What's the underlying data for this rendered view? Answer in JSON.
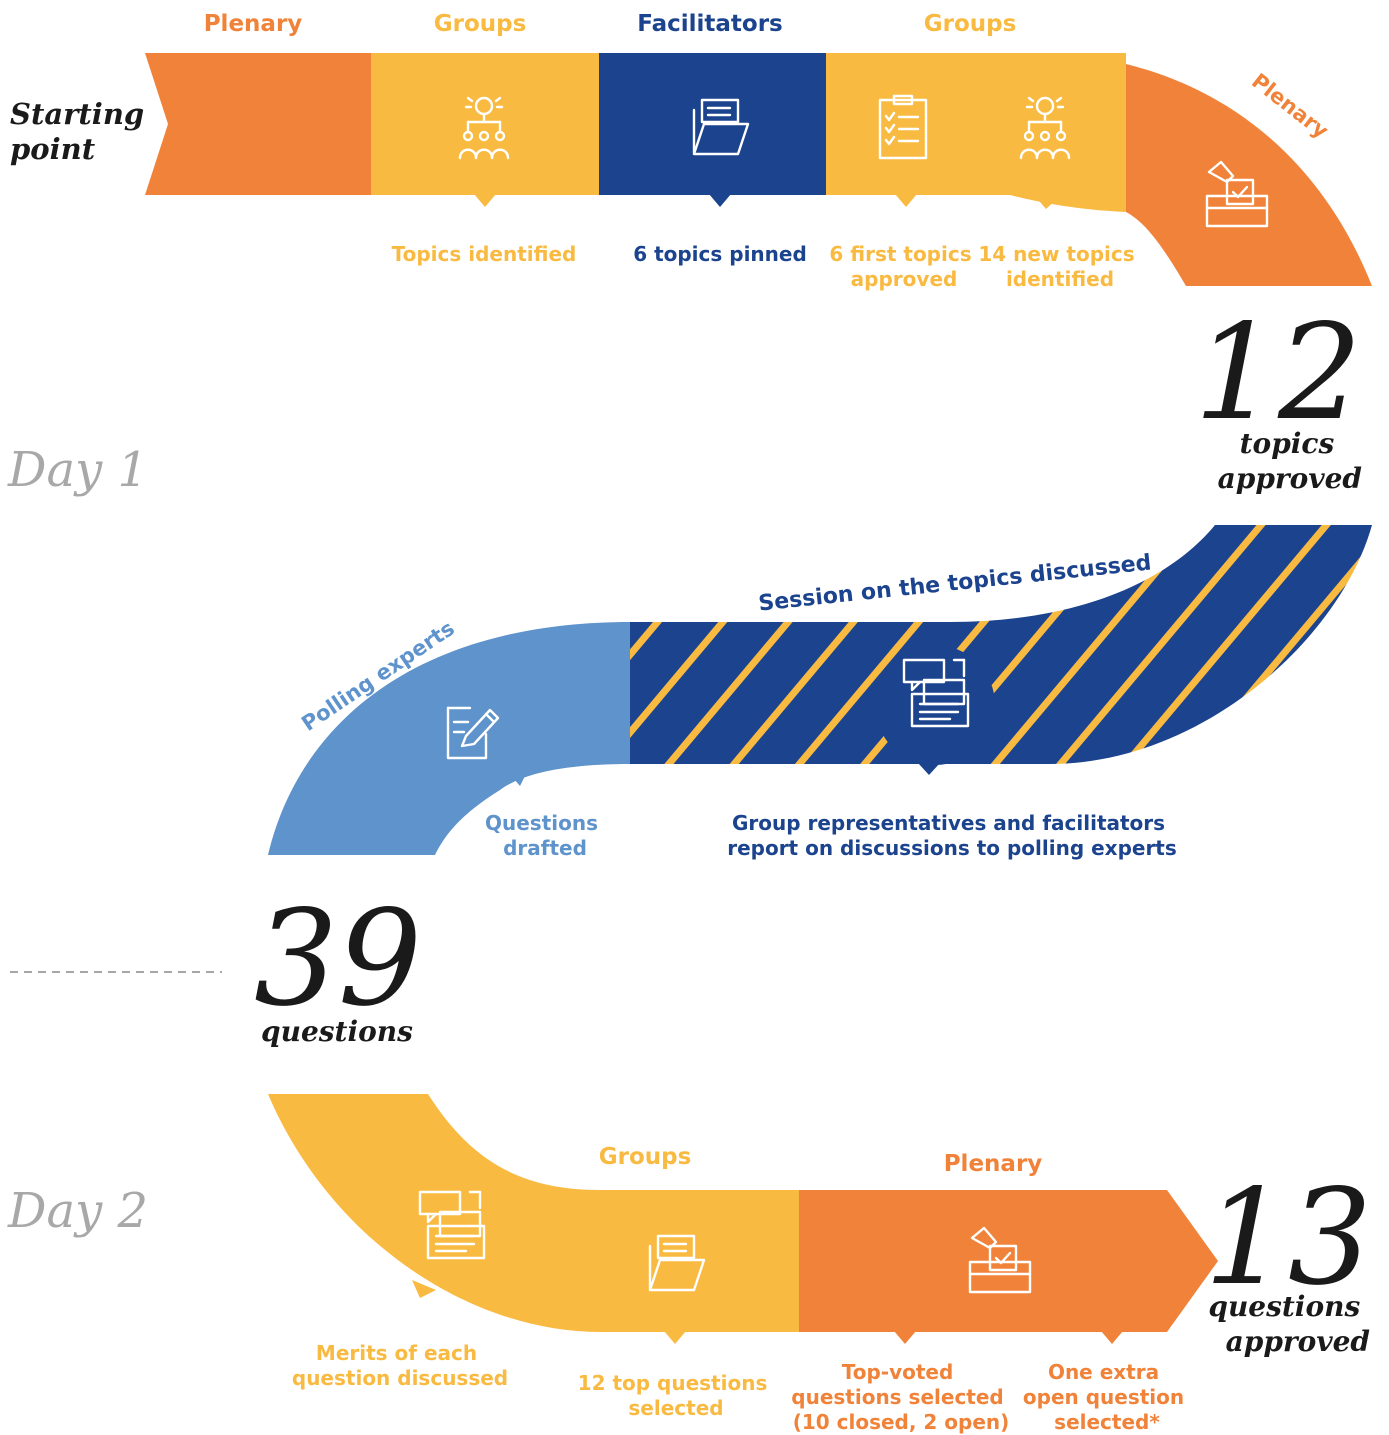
{
  "colors": {
    "orange": "#F08339",
    "yellow": "#F9BA41",
    "navy": "#1B438E",
    "light_blue": "#5F93CC",
    "dark": "#1a1a1a",
    "grey": "#a8a8a8"
  },
  "start_label": [
    "Starting",
    "point"
  ],
  "day1": {
    "label": "Day 1",
    "headers": [
      "Plenary",
      "Groups",
      "Facilitators",
      "Groups"
    ],
    "plenary_curved": "Plenary",
    "icons": [
      "idea-group-icon",
      "folder-documents-icon",
      "checklist-icon",
      "idea-group-icon",
      "ballot-box-icon"
    ],
    "notes": {
      "topics_identified": "Topics identified",
      "topics_pinned": "6 topics pinned",
      "first_approved": [
        "6 first topics",
        "approved"
      ],
      "new_identified": [
        "14 new topics",
        "identified"
      ]
    },
    "result": {
      "number": "12",
      "text": [
        "topics",
        "approved"
      ]
    }
  },
  "middle": {
    "polling_label": "Polling experts",
    "session_label": "Session on the topics discussed",
    "icons": [
      "edit-document-icon",
      "discussion-documents-icon"
    ],
    "notes": {
      "questions_drafted": [
        "Questions",
        "drafted"
      ],
      "report": [
        "Group representatives and facilitators",
        "report on discussions to polling experts"
      ]
    },
    "result": {
      "number": "39",
      "text": "questions"
    }
  },
  "day2": {
    "label": "Day 2",
    "headers": [
      "Groups",
      "Plenary"
    ],
    "icons": [
      "discussion-documents-icon",
      "folder-documents-icon",
      "ballot-box-icon"
    ],
    "notes": {
      "merits": [
        "Merits of each",
        "question discussed"
      ],
      "top_questions": [
        "12 top questions",
        "selected"
      ],
      "top_voted": [
        "Top-voted",
        "questions selected",
        "(10 closed, 2 open)"
      ],
      "extra": [
        "One extra",
        "open question",
        "selected*"
      ]
    },
    "result": {
      "number": "13",
      "text": [
        "questions",
        "approved"
      ]
    }
  }
}
